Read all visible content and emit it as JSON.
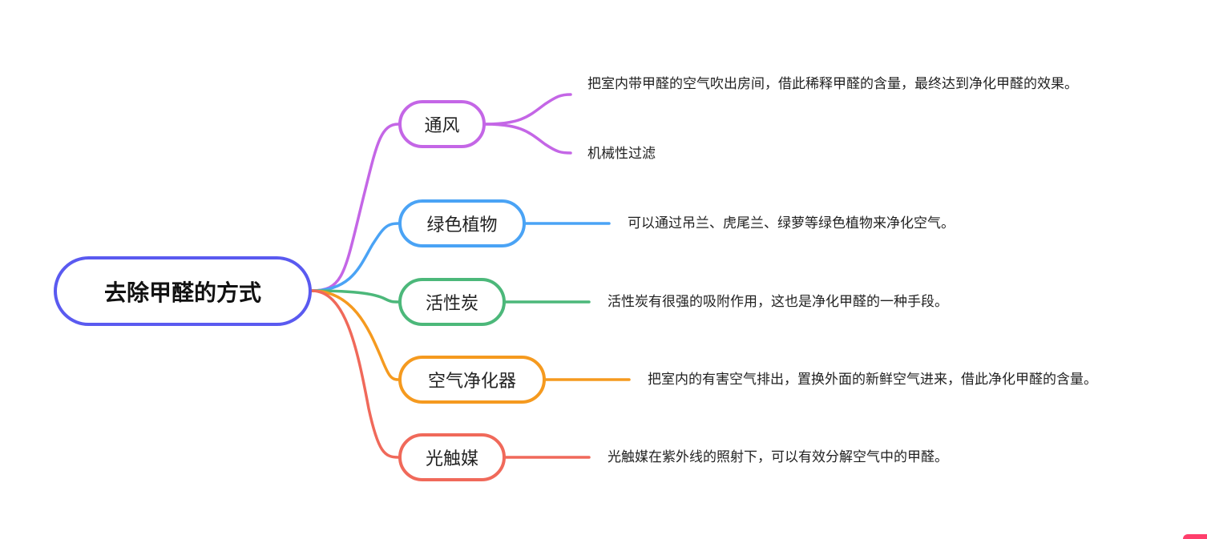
{
  "root": {
    "label": "去除甲醛的方式",
    "color": "#5a5af0"
  },
  "branches": [
    {
      "label": "通风",
      "color": "#c466e6",
      "leaves": [
        "把室内带甲醛的空气吹出房间，借此稀释甲醛的含量，最终达到净化甲醛的效果。",
        "机械性过滤"
      ]
    },
    {
      "label": "绿色植物",
      "color": "#4aa3f5",
      "leaves": [
        "可以通过吊兰、虎尾兰、绿萝等绿色植物来净化空气。"
      ]
    },
    {
      "label": "活性炭",
      "color": "#4cb87a",
      "leaves": [
        "活性炭有很强的吸附作用，这也是净化甲醛的一种手段。"
      ]
    },
    {
      "label": "空气净化器",
      "color": "#f59a1f",
      "leaves": [
        "把室内的有害空气排出，置换外面的新鲜空气进来，借此净化甲醛的含量。"
      ]
    },
    {
      "label": "光触媒",
      "color": "#f0695a",
      "leaves": [
        "光触媒在紫外线的照射下，可以有效分解空气中的甲醛。"
      ]
    }
  ]
}
